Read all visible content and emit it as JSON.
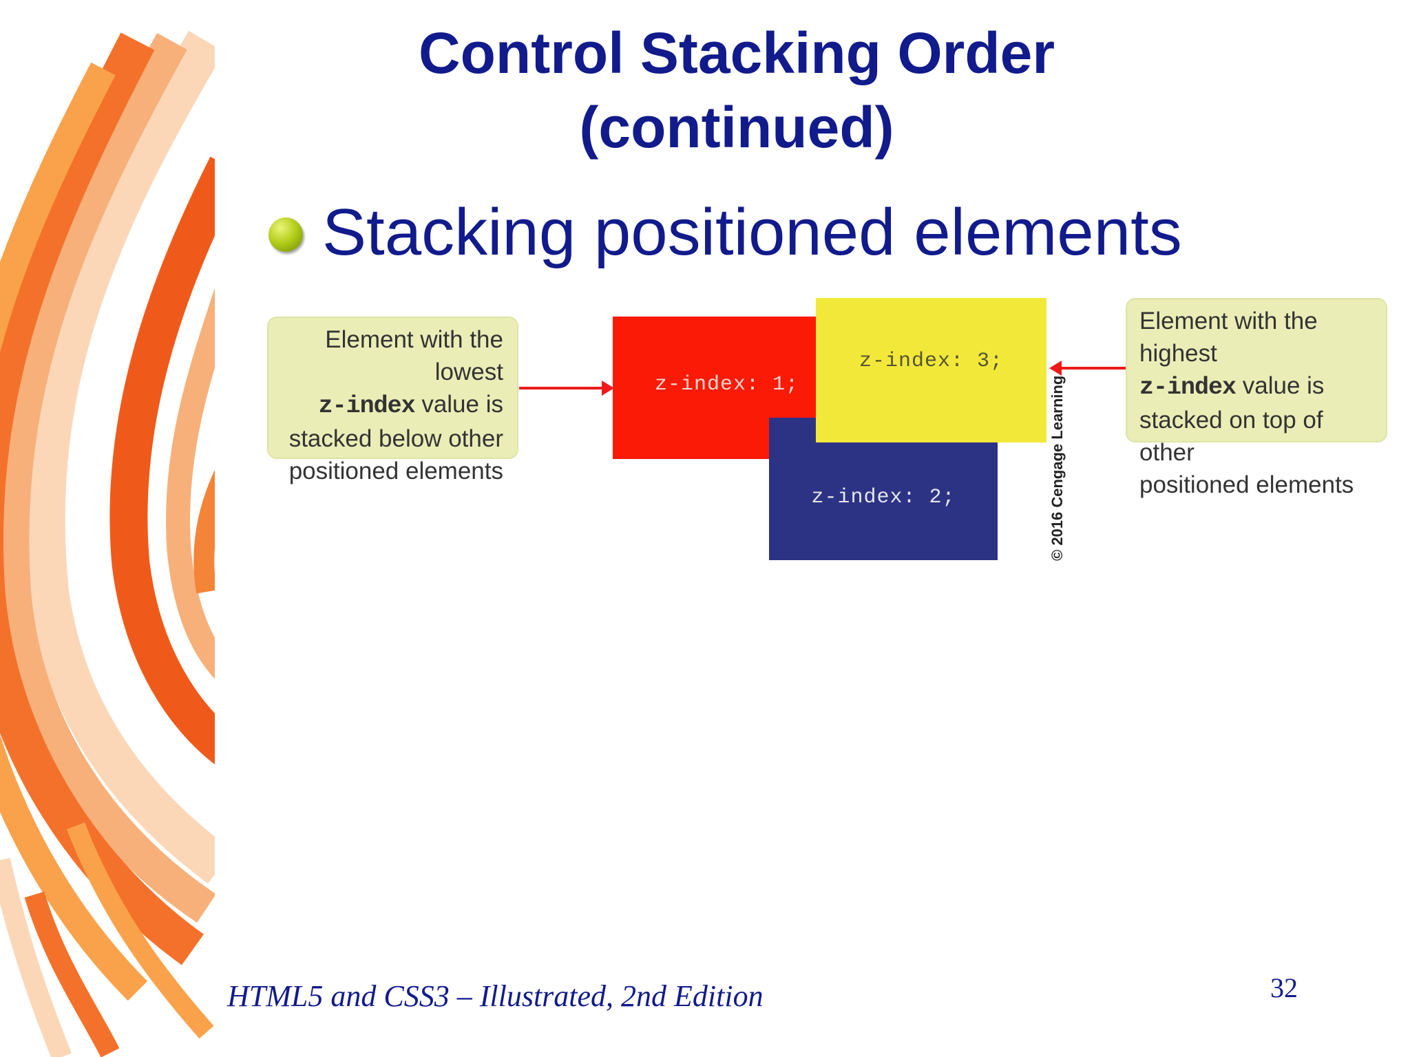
{
  "slide": {
    "title_line1": "Control Stacking Order",
    "title_line2": "(continued)",
    "bullet": "Stacking positioned elements"
  },
  "figure": {
    "callout_left": {
      "line1": "Element with the lowest",
      "code": "z-index",
      "line2_rest": " value is",
      "line3": "stacked below other",
      "line4": "positioned elements"
    },
    "callout_right": {
      "line1": "Element with the highest",
      "code": "z-index",
      "line2_rest": " value is",
      "line3": "stacked on top of other",
      "line4": "positioned elements"
    },
    "boxes": [
      {
        "label": "z-index: 1;",
        "color": "#fa1a06"
      },
      {
        "label": "z-index: 2;",
        "color": "#2d3384"
      },
      {
        "label": "z-index: 3;",
        "color": "#f2e83a"
      }
    ],
    "copyright": "© 2016 Cengage Learning"
  },
  "footer": {
    "book_title": "HTML5 and CSS3 – Illustrated, 2nd Edition",
    "page_number": "32"
  },
  "colors": {
    "title_blue": "#111b8c",
    "arrow_red": "#ee1a1a",
    "callout_bg": "#eaedb6",
    "bullet_green": "#b5cf1b"
  }
}
